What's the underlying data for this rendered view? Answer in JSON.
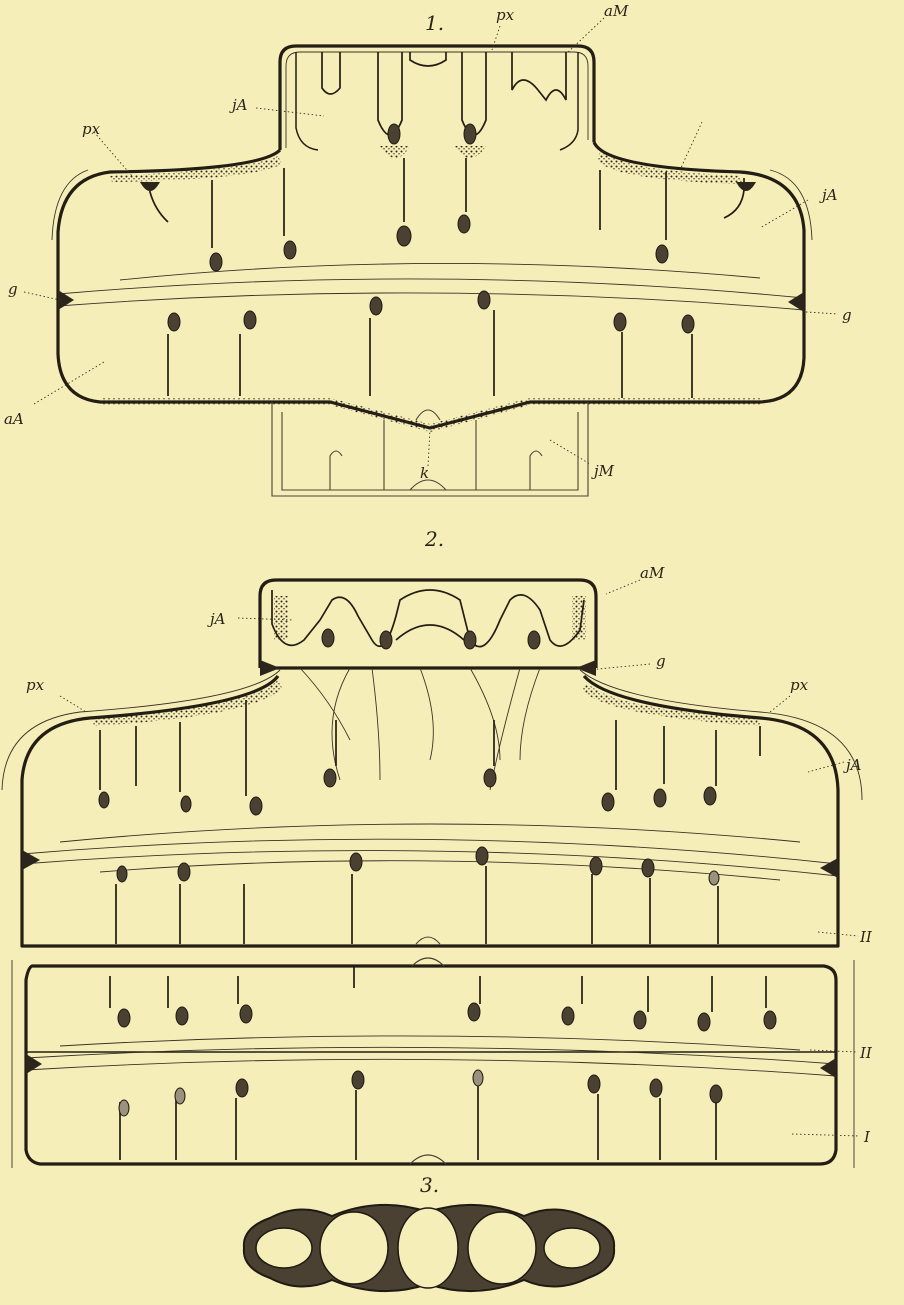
{
  "plate": {
    "figures": [
      {
        "number": "1.",
        "labels": [
          "px",
          "aM",
          "jA",
          "px",
          "jA",
          "g",
          "g",
          "aA",
          "k",
          "jM"
        ]
      },
      {
        "number": "2.",
        "labels": [
          "aM",
          "jA",
          "g",
          "px",
          "px",
          "jA",
          "II",
          "II",
          "I"
        ]
      },
      {
        "number": "3.",
        "labels": []
      }
    ]
  }
}
